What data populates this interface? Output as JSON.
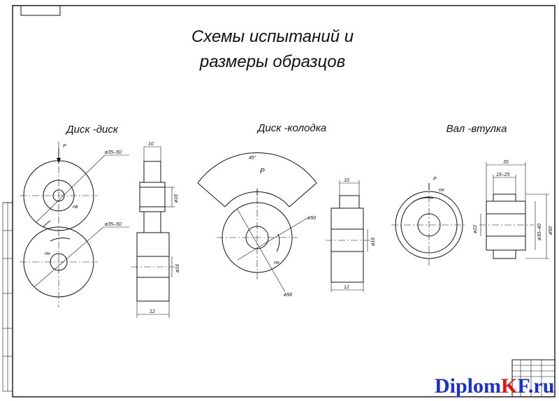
{
  "title": {
    "line1": "Схемы испытаний и",
    "line2": "размеры образцов"
  },
  "schemes": {
    "disk_disk": {
      "label": "Диск -диск",
      "force": "P",
      "upper_rot": "nв",
      "lower_rot": "nн",
      "dia_upper": "ø35–50",
      "dia_lower": "ø35–50",
      "width_top": "10",
      "bore_top": "ø16",
      "bore_bottom": "ø16",
      "width_bottom": "12"
    },
    "disk_shoe": {
      "label": "Диск -колодка",
      "angle": "45°",
      "force": "P",
      "rot": "nн",
      "dia_outer": "ø50",
      "dia_shoe": "ø58",
      "width_top": "10",
      "bore": "ø16",
      "width_bottom": "12"
    },
    "shaft_bush": {
      "label": "Вал -втулка",
      "force": "P",
      "rot": "nн",
      "width": "30",
      "width_inner": "15–25",
      "dia_inner": "ø22",
      "dia_mid": "ø30–40",
      "dia_outer": "ø50"
    }
  },
  "watermark": {
    "part1": "Diplom",
    "part2": "K",
    "part3": "F.ru"
  }
}
